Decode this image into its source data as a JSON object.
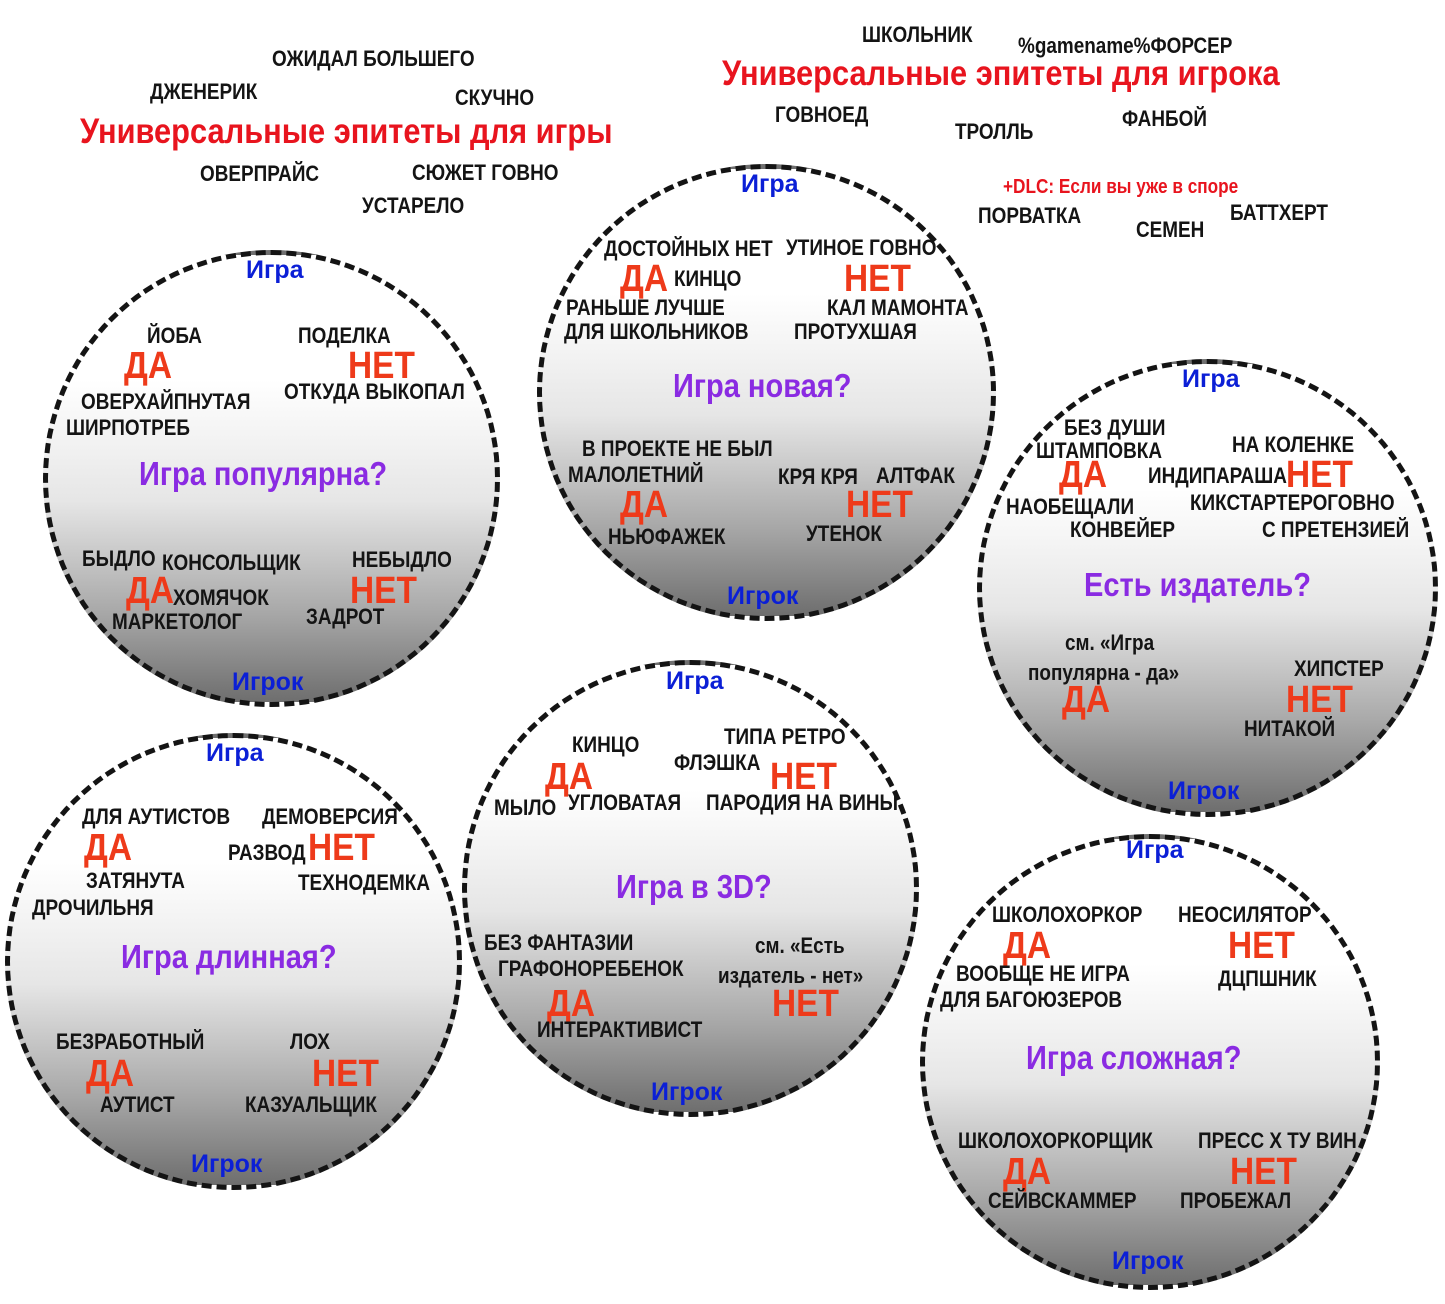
{
  "game_header": {
    "title": "Универсальные эпитеты для игры",
    "words": [
      "ОЖИДАЛ БОЛЬШЕГО",
      "ДЖЕНЕРИК",
      "СКУЧНО",
      "ОВЕРПРАЙС",
      "СЮЖЕТ ГОВНО",
      "УСТАРЕЛО"
    ]
  },
  "player_header": {
    "title": "Универсальные эпитеты для игрока",
    "words": [
      "ШКОЛЬНИК",
      "%gamename%ФОРСЕР",
      "ГОВНОЕД",
      "ТРОЛЛЬ",
      "ФАНБОЙ",
      "ПОРВАТКА",
      "СЕМЕН",
      "БАТТХЕРТ"
    ],
    "dlc_note": "+DLC: Если вы уже в споре"
  },
  "common": {
    "game_label": "Игра",
    "player_label": "Игрок",
    "yes": "ДА",
    "no": "НЕТ"
  },
  "circles": [
    {
      "question": "Игра популярна?",
      "game_yes": [
        "ЙОБА",
        "ОВЕРХАЙПНУТАЯ",
        "ШИРПОТРЕБ"
      ],
      "game_no": [
        "ПОДЕЛКА",
        "ОТКУДА ВЫКОПАЛ"
      ],
      "player_yes": [
        "БЫДЛО",
        "КОНСОЛЬЩИК",
        "ХОМЯЧОК",
        "МАРКЕТОЛОГ"
      ],
      "player_no": [
        "НЕБЫДЛО",
        "ЗАДРОТ"
      ]
    },
    {
      "question": "Игра новая?",
      "game_yes": [
        "ДОСТОЙНЫХ НЕТ",
        "КИНЦО",
        "РАНЬШЕ ЛУЧШЕ",
        "ДЛЯ ШКОЛЬНИКОВ"
      ],
      "game_no": [
        "УТИНОЕ ГОВНО",
        "КАЛ МАМОНТА",
        "ПРОТУХШАЯ"
      ],
      "player_yes": [
        "В ПРОЕКТЕ НЕ БЫЛ",
        "МАЛОЛЕТНИЙ",
        "НЬЮФАЖЕК"
      ],
      "player_no": [
        "КРЯ КРЯ",
        "АЛТФАК",
        "УТЕНОК"
      ]
    },
    {
      "question": "Есть издатель?",
      "game_yes": [
        "БЕЗ ДУШИ",
        "ШТАМПОВКА",
        "НАОБЕЩАЛИ",
        "КОНВЕЙЕР"
      ],
      "game_no": [
        "НА КОЛЕНКЕ",
        "ИНДИПАРАША",
        "КИКСТАРТЕРОГОВНО",
        "С ПРЕТЕНЗИЕЙ"
      ],
      "player_yes": [
        "см. «Игра",
        "популярна - да»"
      ],
      "player_no": [
        "ХИПСТЕР",
        "НИТАКОЙ"
      ]
    },
    {
      "question": "Игра длинная?",
      "game_yes": [
        "ДЛЯ АУТИСТОВ",
        "ЗАТЯНУТА",
        "ДРОЧИЛЬНЯ"
      ],
      "game_no": [
        "ДЕМОВЕРСИЯ",
        "РАЗВОД",
        "ТЕХНОДЕМКА"
      ],
      "player_yes": [
        "БЕЗРАБОТНЫЙ",
        "АУТИСТ"
      ],
      "player_no": [
        "ЛОХ",
        "КАЗУАЛЬЩИК"
      ]
    },
    {
      "question": "Игра в 3D?",
      "game_yes": [
        "КИНЦО",
        "МЫЛО",
        "УГЛОВАТАЯ"
      ],
      "game_no": [
        "ТИПА РЕТРО",
        "ФЛЭШКА",
        "ПАРОДИЯ НА ВИНЫ"
      ],
      "player_yes": [
        "БЕЗ ФАНТАЗИИ",
        "ГРАФОНОРЕБЕНОК",
        "ИНТЕРАКТИВИСТ"
      ],
      "player_no": [
        "см. «Есть",
        "издатель - нет»"
      ]
    },
    {
      "question": "Игра сложная?",
      "game_yes": [
        "ШКОЛОХОРКОР",
        "ВООБЩЕ НЕ ИГРА",
        "ДЛЯ БАГОЮЗЕРОВ"
      ],
      "game_no": [
        "НЕОСИЛЯТОР",
        "ДЦПШНИК"
      ],
      "player_yes": [
        "ШКОЛОХОРКОРЩИК",
        "СЕЙВСКАММЕР"
      ],
      "player_no": [
        "ПРЕСС Х ТУ ВИН",
        "ПРОБЕЖАЛ"
      ]
    }
  ]
}
